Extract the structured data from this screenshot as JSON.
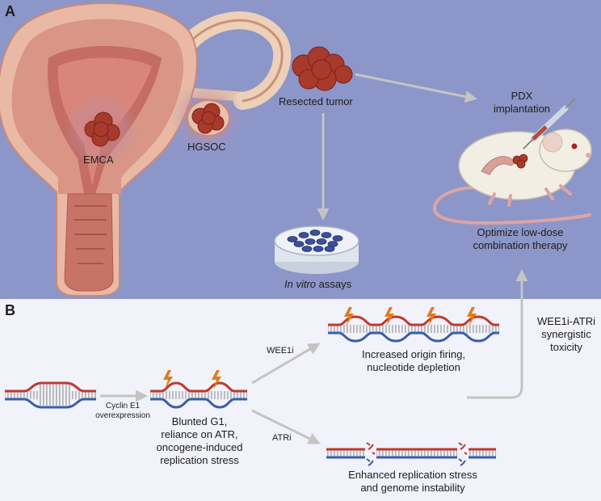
{
  "panel_a": {
    "letter": "A",
    "emca": "EMCA",
    "hgsoc": "HGSOC",
    "resected": "Resected tumor",
    "pdx_line1": "PDX",
    "pdx_line2": "implantation",
    "invitro_italic": "In vitro",
    "invitro_rest": " assays",
    "optimize_line1": "Optimize low-dose",
    "optimize_line2": "combination therapy"
  },
  "panel_b": {
    "letter": "B",
    "cyclin_line1": "Cyclin E1",
    "cyclin_line2": "overexpression",
    "blunted_line1": "Blunted G1,",
    "blunted_line2": "reliance on ATR,",
    "blunted_line3": "oncogene-induced",
    "blunted_line4": "replication stress",
    "wee1i": "WEE1i",
    "atri": "ATRi",
    "origin_line1": "Increased origin firing,",
    "origin_line2": "nucleotide depletion",
    "enhanced_line1": "Enhanced replication stress",
    "enhanced_line2": "and genome instability",
    "synergy_line1": "WEE1i-ATRi",
    "synergy_line2": "synergistic",
    "synergy_line3": "toxicity"
  },
  "colors": {
    "panel_a_bg": "#8d96c8",
    "panel_b_bg": "#f1f2fa",
    "dna_red": "#c0392b",
    "dna_blue": "#3b5ea8",
    "tumor": "#a83a2c",
    "arrow_gray": "#bdbdbd",
    "lightning": "#e07b1a"
  }
}
